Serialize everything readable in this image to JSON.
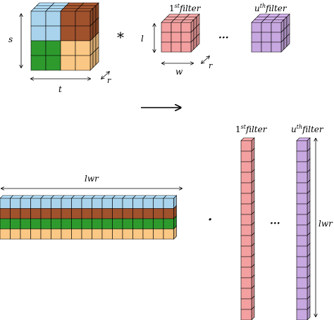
{
  "labels": {
    "s": "s",
    "t": "t",
    "r_top": "r",
    "l": "l",
    "w": "w",
    "r_filter": "r",
    "first_filter_top": {
      "base": "1",
      "sup": "st",
      "rest": "filter"
    },
    "uth_filter_top": {
      "base": "u",
      "sup": "th",
      "rest": "filter"
    },
    "lwr_horizontal": "lwr",
    "first_filter_bottom": {
      "base": "1",
      "sup": "st",
      "rest": "filter"
    },
    "uth_filter_bottom": {
      "base": "u",
      "sup": "th",
      "rest": "filter"
    },
    "lwr_vertical": "lwr"
  },
  "symbols": {
    "convolution": "*",
    "ellipsis_top": "···",
    "dot_product": "·",
    "ellipsis_bottom": "···",
    "arrow": "⟶"
  },
  "colors": {
    "blue": "#a9d3ec",
    "brown": "#a0522d",
    "green": "#2e9a2e",
    "orange": "#fbc784",
    "pink": "#f4a0a0",
    "purple": "#c8a8e0"
  }
}
